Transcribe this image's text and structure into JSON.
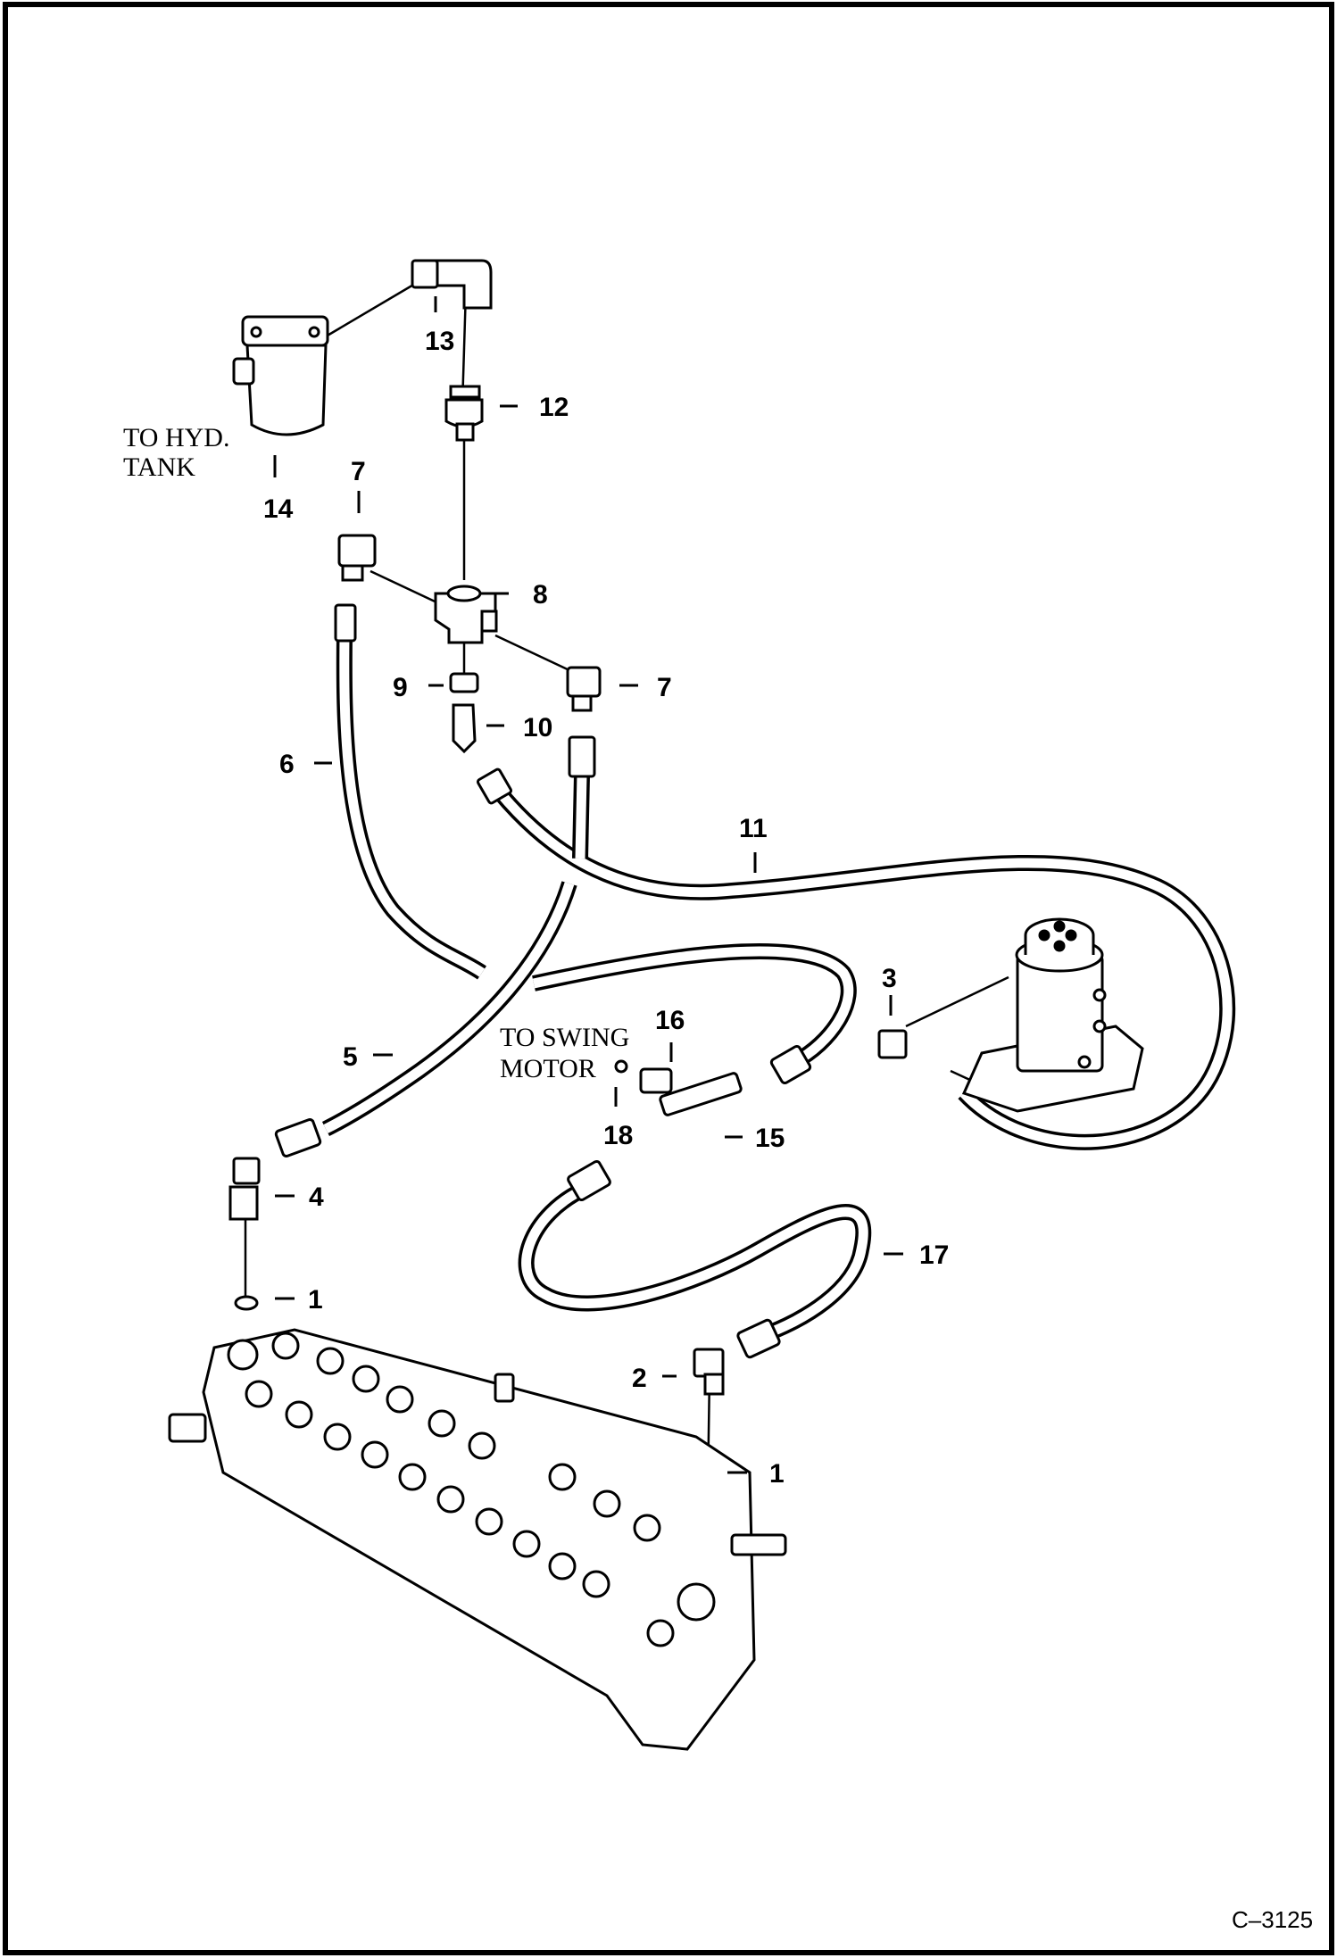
{
  "callouts": {
    "c1a": "1",
    "c1b": "1",
    "c2": "2",
    "c3": "3",
    "c4": "4",
    "c5": "5",
    "c6": "6",
    "c7a": "7",
    "c7b": "7",
    "c8": "8",
    "c9": "9",
    "c10": "10",
    "c11": "11",
    "c12": "12",
    "c13": "13",
    "c14": "14",
    "c15": "15",
    "c16": "16",
    "c17": "17",
    "c18": "18"
  },
  "notes": {
    "hyd_tank_line1": "TO HYD.",
    "hyd_tank_line2": "TANK",
    "swing_motor_line1": "TO SWING",
    "swing_motor_line2": "MOTOR"
  },
  "figure_id": "C–3125"
}
